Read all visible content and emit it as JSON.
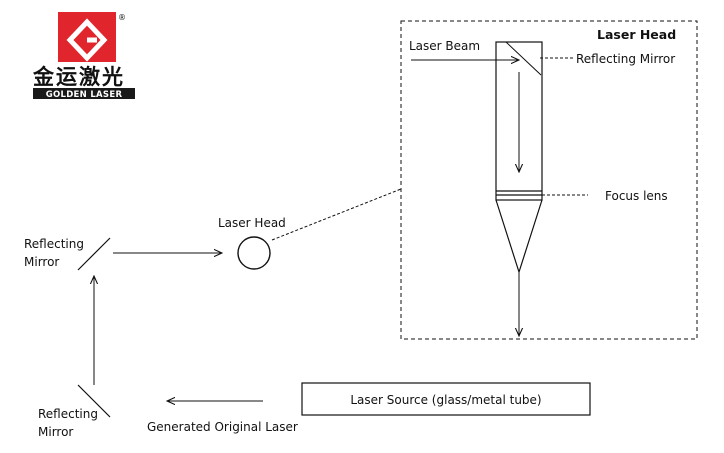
{
  "logo": {
    "chinese_name": "金运激光",
    "english_name": "GOLDEN LASER",
    "registered_mark": "®",
    "brand_color": "#e0262c"
  },
  "labels": {
    "laser_head_box_title": "Laser Head",
    "laser_beam": "Laser Beam",
    "reflecting_mirror_head": "Reflecting Mirror",
    "focus_lens": "Focus lens",
    "laser_head_small": "Laser Head",
    "reflecting_mirror_upper_line1": "Reflecting",
    "reflecting_mirror_upper_line2": "Mirror",
    "reflecting_mirror_lower_line1": "Reflecting",
    "reflecting_mirror_lower_line2": "Mirror",
    "laser_source": "Laser Source (glass/metal tube)",
    "generated_original_laser": "Generated Original Laser"
  },
  "colors": {
    "line": "#111111",
    "logo_red": "#e0262c",
    "logo_bar": "#1a1a1a"
  }
}
